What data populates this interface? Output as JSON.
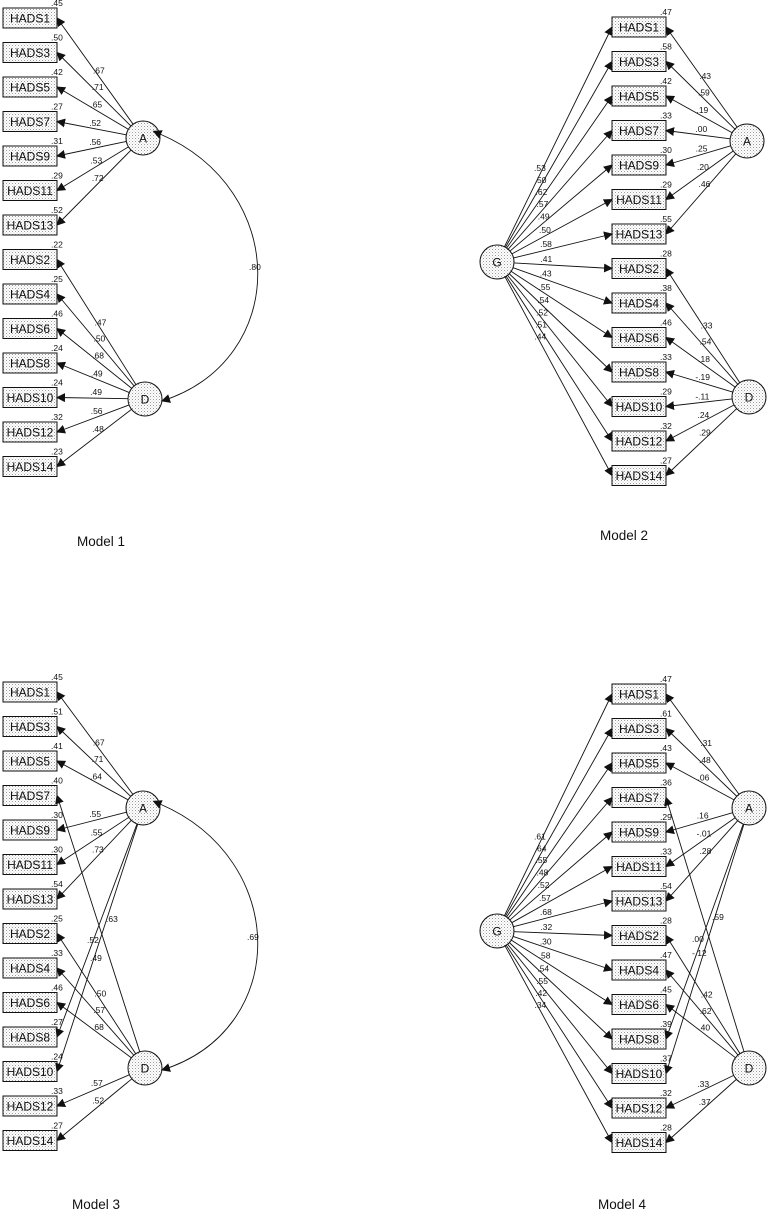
{
  "models": [
    {
      "title": "Model 1",
      "factor_labels": [
        "A",
        "D"
      ],
      "variables": [
        "HADS1",
        "HADS3",
        "HADS5",
        "HADS7",
        "HADS9",
        "HADS11",
        "HADS13",
        "HADS2",
        "HADS4",
        "HADS6",
        "HADS8",
        "HADS10",
        "HADS12",
        "HADS14"
      ],
      "r2": [
        ".45",
        ".50",
        ".42",
        ".27",
        ".31",
        ".29",
        ".52",
        ".22",
        ".25",
        ".46",
        ".24",
        ".24",
        ".32",
        ".23"
      ],
      "loadings_A": [
        ".67",
        ".71",
        ".65",
        ".52",
        ".56",
        ".53",
        ".72"
      ],
      "loadings_D": [
        ".47",
        ".50",
        ".68",
        ".49",
        ".49",
        ".56",
        ".48"
      ],
      "correlation": ".80"
    },
    {
      "title": "Model 2",
      "factor_labels": [
        "G",
        "A",
        "D"
      ],
      "variables": [
        "HADS1",
        "HADS3",
        "HADS5",
        "HADS7",
        "HADS9",
        "HADS11",
        "HADS13",
        "HADS2",
        "HADS4",
        "HADS6",
        "HADS8",
        "HADS10",
        "HADS12",
        "HADS14"
      ],
      "r2": [
        ".47",
        ".58",
        ".42",
        ".33",
        ".30",
        ".29",
        ".55",
        ".28",
        ".38",
        ".46",
        ".33",
        ".29",
        ".32",
        ".27"
      ],
      "loadings_G": [
        ".53",
        ".50",
        ".62",
        ".57",
        ".49",
        ".50",
        ".58",
        ".41",
        ".43",
        ".55",
        ".54",
        ".52",
        ".51",
        ".44"
      ],
      "loadings_A": [
        ".43",
        ".59",
        ".19",
        ".00",
        ".25",
        ".20",
        ".46"
      ],
      "loadings_D": [
        ".33",
        ".54",
        ".18",
        "-.19",
        "-.11",
        ".24",
        ".29"
      ]
    },
    {
      "title": "Model 3",
      "factor_labels": [
        "A",
        "D"
      ],
      "variables": [
        "HADS1",
        "HADS3",
        "HADS5",
        "HADS7",
        "HADS9",
        "HADS11",
        "HADS13",
        "HADS2",
        "HADS4",
        "HADS6",
        "HADS8",
        "HADS10",
        "HADS12",
        "HADS14"
      ],
      "r2": [
        ".45",
        ".51",
        ".41",
        ".40",
        ".30",
        ".30",
        ".54",
        ".25",
        ".33",
        ".46",
        ".27",
        ".24",
        ".33",
        ".27"
      ],
      "loadings_A": [
        ".67",
        ".71",
        ".64",
        ".55",
        ".55",
        ".73"
      ],
      "loadings_D": [
        ".50",
        ".57",
        ".68",
        ".57",
        ".52"
      ],
      "cross_loadings": [
        ".63",
        ".52",
        ".49"
      ],
      "correlation": ".69"
    },
    {
      "title": "Model 4",
      "factor_labels": [
        "G",
        "A",
        "D"
      ],
      "variables": [
        "HADS1",
        "HADS3",
        "HADS5",
        "HADS7",
        "HADS9",
        "HADS11",
        "HADS13",
        "HADS2",
        "HADS4",
        "HADS6",
        "HADS8",
        "HADS10",
        "HADS12",
        "HADS14"
      ],
      "r2": [
        ".47",
        ".61",
        ".43",
        ".36",
        ".29",
        ".33",
        ".54",
        ".28",
        ".47",
        ".45",
        ".39",
        ".37",
        ".32",
        ".28"
      ],
      "loadings_G": [
        ".61",
        ".64",
        ".55",
        ".48",
        ".52",
        ".57",
        ".68",
        ".32",
        ".30",
        ".58",
        ".54",
        ".55",
        ".42",
        ".34"
      ],
      "loadings_A": [
        ".31",
        ".48",
        ".06",
        ".16",
        "-.01",
        ".28"
      ],
      "loadings_D": [
        ".42",
        ".62",
        ".33",
        ".37",
        ".40"
      ],
      "cross_loadings": [
        ".59",
        ".00",
        "-.12"
      ]
    }
  ]
}
